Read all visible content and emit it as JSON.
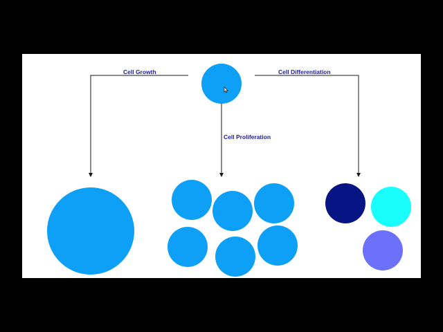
{
  "labels": {
    "growth": "Cell Growth",
    "proliferation": "Cell Proliferation",
    "differentiation": "Cell Differentiation"
  },
  "colors": {
    "background": "#000000",
    "slide": "#ffffff",
    "cell": "#0ea0f6",
    "label": "#1a1aa8",
    "line": "#1a1a1a",
    "differentiated": [
      "#061484",
      "#19fdfd",
      "#6c70fa"
    ]
  },
  "icons": {
    "pointer": "mouse-cursor-icon"
  }
}
